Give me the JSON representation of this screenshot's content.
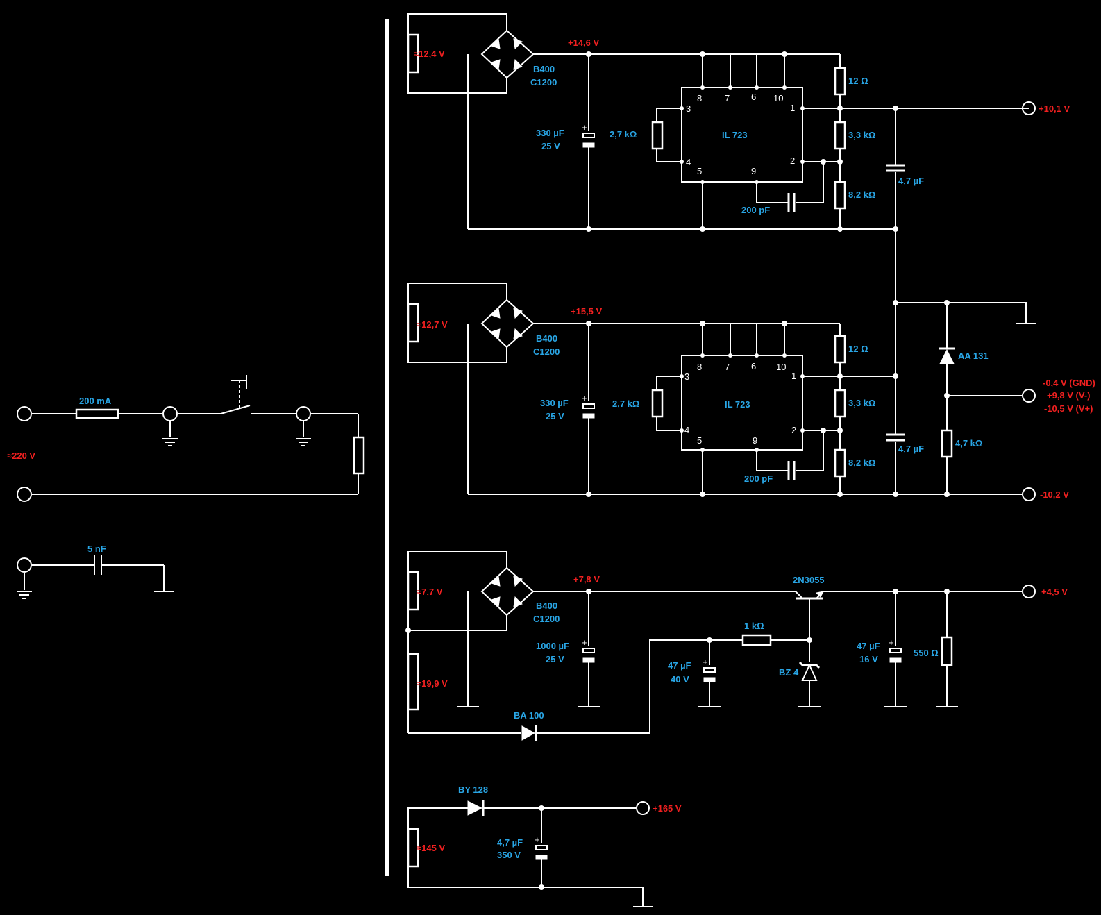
{
  "mains": {
    "voltage": "≈220 V",
    "fuse": "200 mA",
    "cap": "5 nF"
  },
  "transformer": {
    "w1": "≈12,4 V",
    "w2": "≈12,7 V",
    "w3a": "≈7,7 V",
    "w3b": "≈19,9 V",
    "w4": "≈145 V"
  },
  "reg1": {
    "bridge": [
      "B400",
      "C1200"
    ],
    "vin": "+14,6 V",
    "cin": [
      "330 µF",
      "25 V"
    ],
    "r3": "2,7 kΩ",
    "ic": "IL 723",
    "cc": "200 pF",
    "rsense": "12 Ω",
    "rdiv1": "3,3 kΩ",
    "rdiv2": "8,2 kΩ",
    "cout": "4,7 µF",
    "vout": "+10,1 V",
    "pins": {
      "p8": "8",
      "p7": "7",
      "p6": "6",
      "p10": "10",
      "p3": "3",
      "p4": "4",
      "p1": "1",
      "p2": "2",
      "p5": "5",
      "p9": "9"
    }
  },
  "reg2": {
    "bridge": [
      "B400",
      "C1200"
    ],
    "vin": "+15,5 V",
    "cin": [
      "330 µF",
      "25 V"
    ],
    "r3": "2,7 kΩ",
    "ic": "IL 723",
    "cc": "200 pF",
    "rsense": "12 Ω",
    "rdiv1": "3,3 kΩ",
    "rdiv2": "8,2 kΩ",
    "cout": "4,7 µF",
    "vout": "-10,2 V",
    "pins": {
      "p8": "8",
      "p7": "7",
      "p6": "6",
      "p10": "10",
      "p3": "3",
      "p4": "4",
      "p1": "1",
      "p2": "2",
      "p5": "5",
      "p9": "9"
    }
  },
  "mid": {
    "diode": "AA 131",
    "res": "4,7 kΩ",
    "out": [
      "-0,4 V (GND)",
      "+9,8 V (V-)",
      "-10,5 V (V+)"
    ]
  },
  "reg3": {
    "bridge": [
      "B400",
      "C1200"
    ],
    "vin": "+7,8 V",
    "cin": [
      "1000 µF",
      "25 V"
    ],
    "c47": [
      "47 µF",
      "40 V"
    ],
    "r1k": "1 kΩ",
    "transistor": "2N3055",
    "zener": "BZ 4",
    "cout": [
      "47 µF",
      "16 V"
    ],
    "rload": "550 Ω",
    "vout": "+4,5 V",
    "diode": "BA 100"
  },
  "hv": {
    "diode": "BY 128",
    "cap": [
      "4,7 µF",
      "350 V"
    ],
    "vout": "+165 V"
  },
  "plus": "+"
}
